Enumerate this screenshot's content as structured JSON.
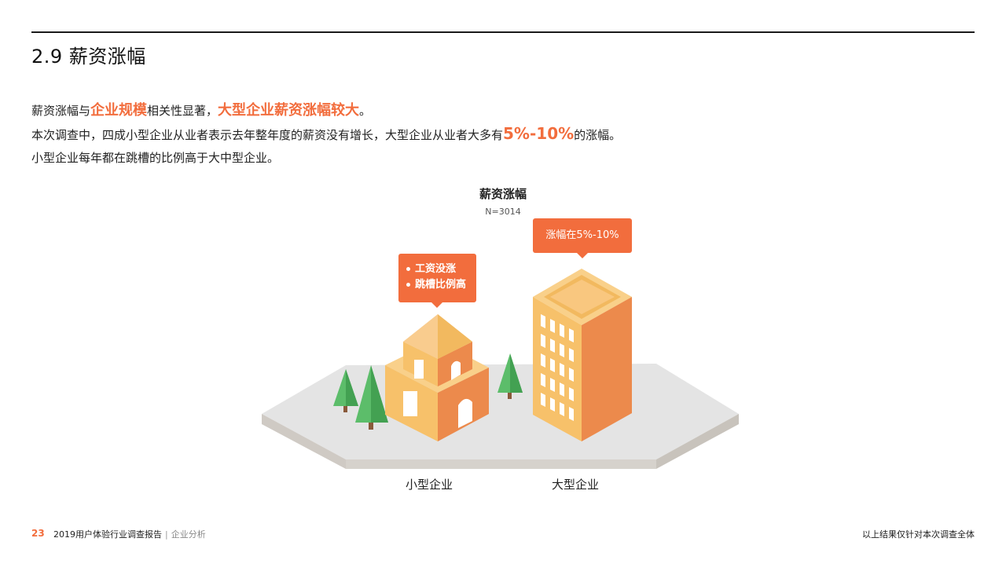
{
  "page": {
    "title": "2.9 薪资涨幅"
  },
  "description": {
    "line1_prefix": "薪资涨幅与",
    "line1_hl1": "企业规模",
    "line1_mid": "相关性显著，",
    "line1_hl2": "大型企业薪资涨幅较大",
    "line1_suffix": "。",
    "line2_prefix": "本次调查中，四成小型企业从业者表示去年整年度的薪资没有增长，大型企业从业者大多有",
    "line2_hl": "5%-10%",
    "line2_suffix": "的涨幅。",
    "line3": "小型企业每年都在跳槽的比例高于大中型企业。"
  },
  "chart": {
    "title": "薪资涨幅",
    "sample": "N=3014",
    "small_callout": [
      "工资没涨",
      "跳槽比例高"
    ],
    "large_callout": "涨幅在5%-10%",
    "small_label": "小型企业",
    "large_label": "大型企业"
  },
  "footer": {
    "page_number": "23",
    "report_name": "2019用户体验行业调查报告",
    "separator": "|",
    "section": "企业分析",
    "note": "以上结果仅针对本次调查全体"
  },
  "colors": {
    "accent": "#f26d3d",
    "tree": "#5cbd6a",
    "building_light": "#f7c16a",
    "building_dark": "#ec8a4c"
  }
}
